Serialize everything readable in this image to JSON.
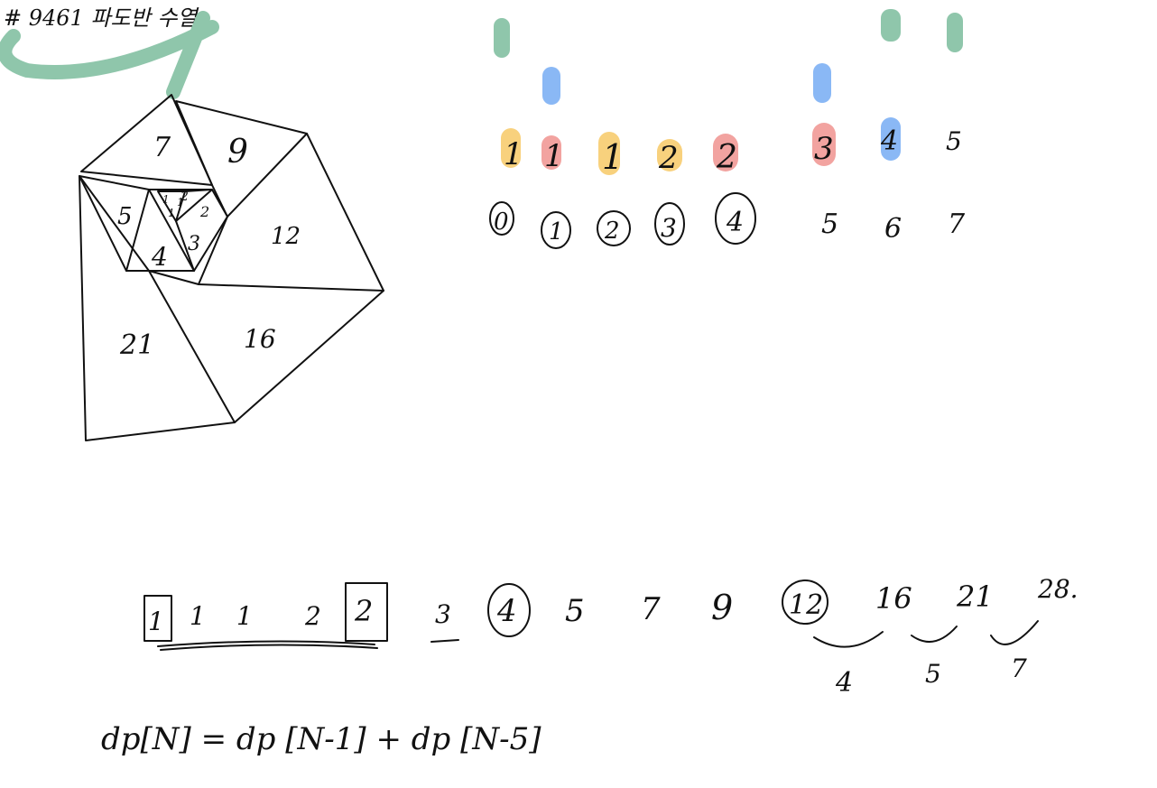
{
  "title": "# 9461 파도반 수열",
  "colors": {
    "green": "#8fc6ab",
    "blue": "#8ab8f5",
    "yellow": "#f8d17d",
    "red": "#f2a3a0",
    "ink": "#111111"
  },
  "spiral_numbers": [
    "7",
    "9",
    "5",
    "1",
    "1",
    "1",
    "2",
    "2",
    "4",
    "3",
    "12",
    "21",
    "16"
  ],
  "top_sequence": {
    "values": [
      "1",
      "1",
      "1",
      "2",
      "2",
      "3",
      "4",
      "5"
    ],
    "indices": [
      "0",
      "1",
      "2",
      "3",
      "4",
      "5",
      "6",
      "7"
    ]
  },
  "bottom_sequence": {
    "values": [
      "1",
      "1",
      "1",
      "2",
      "2",
      "3",
      "4",
      "5",
      "7",
      "9",
      "12",
      "16",
      "21",
      "28."
    ],
    "differences": [
      "4",
      "5",
      "7"
    ]
  },
  "formula": "dp[N] = dp [N-1] + dp [N-5]"
}
